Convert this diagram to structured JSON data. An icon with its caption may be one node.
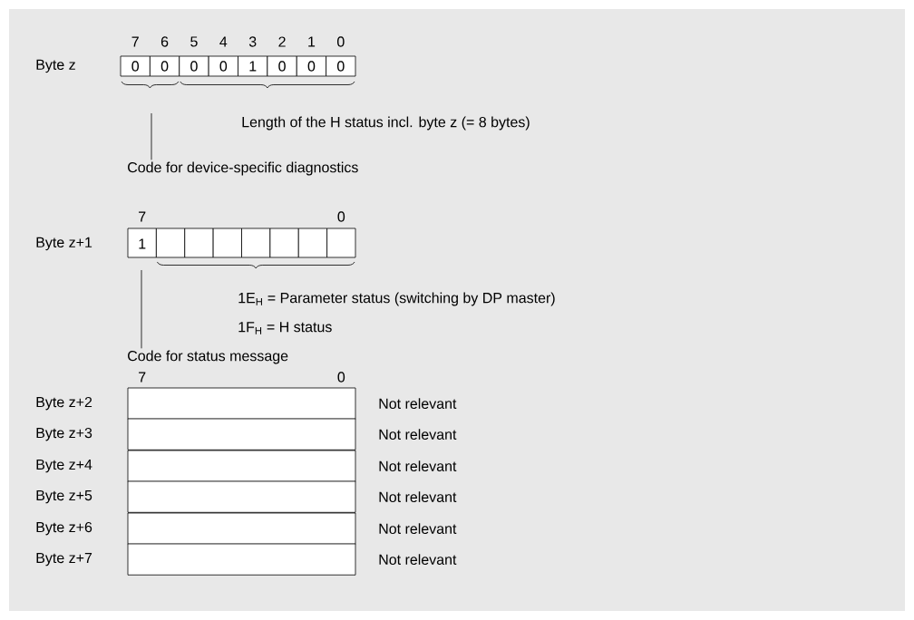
{
  "diagram": {
    "nodes": [
      {
        "text": [
          "Code for device-specific diagnostics"
        ]
      },
      {
        "text": [
          "Code for status message"
        ]
      },
      {
        "text": [],
        "shape": "box",
        "beside": [
          "Byte z+2",
          "Not relevant"
        ]
      },
      {
        "text": [],
        "shape": "box",
        "beside": [
          "Byte z+3",
          "Not relevant"
        ]
      },
      {
        "text": [],
        "shape": "box",
        "beside": [
          "Byte z+4",
          "Not relevant"
        ]
      },
      {
        "text": [],
        "shape": "box",
        "beside": [
          "Byte z+5",
          "Not relevant"
        ]
      },
      {
        "text": [],
        "shape": "box",
        "beside": [
          "Byte z+6",
          "Not relevant"
        ]
      },
      {
        "text": [],
        "shape": "box",
        "beside": [
          "Byte z+7",
          "Not relevant"
        ]
      }
    ],
    "edges": [
      {
        "from": 0,
        "to": null,
        "arrow": "none"
      },
      {
        "from": 1,
        "to": null,
        "arrow": "none"
      }
    ],
    "labels": [
      "7",
      "6",
      "5",
      "4",
      "3",
      "2",
      "1",
      "0",
      "Byte z",
      "0",
      "0",
      "0",
      "0",
      "1",
      "0",
      "0",
      "0",
      "Length of the H status incl. byte z (= 8 bytes)",
      "7",
      "0",
      "Byte z+1",
      "1",
      "1E$_{H}$ = Parameter status (switching by DP master)",
      "1F$_{H}$ = H status",
      "7",
      "0"
    ]
  }
}
